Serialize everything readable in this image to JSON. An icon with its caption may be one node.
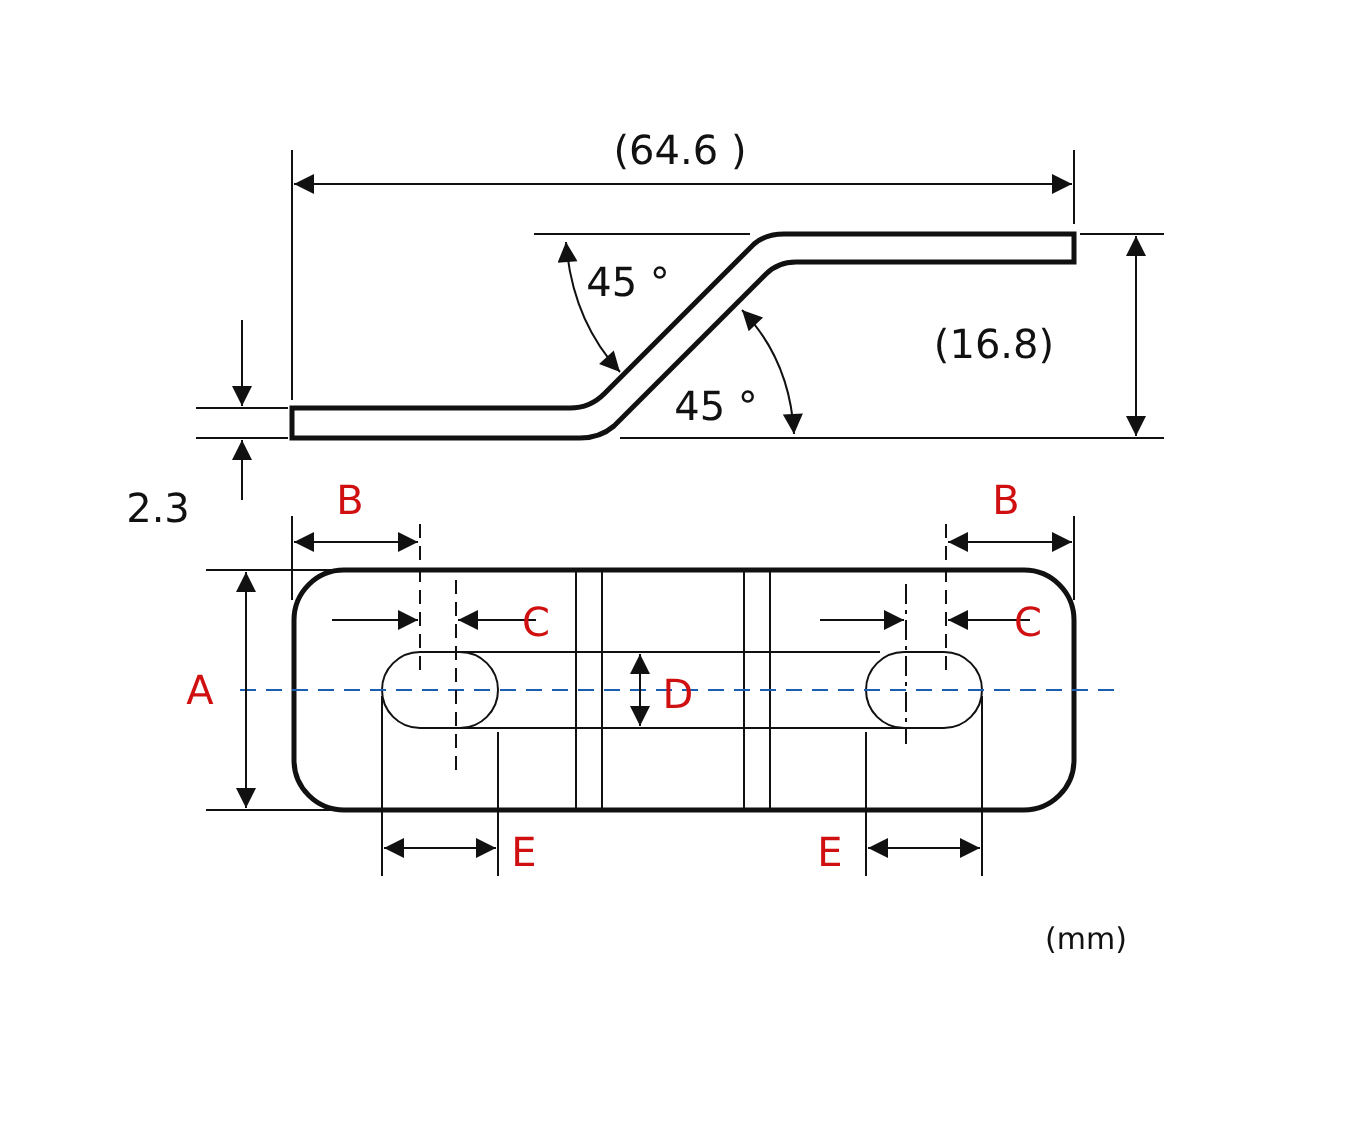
{
  "diagram": {
    "labels": [
      "(64.6 )",
      "45 °",
      "(16.8)",
      "45 °",
      "2.3",
      "B",
      "B",
      "C",
      "C",
      "A",
      "D",
      "E",
      "E",
      "(mm)"
    ]
  }
}
